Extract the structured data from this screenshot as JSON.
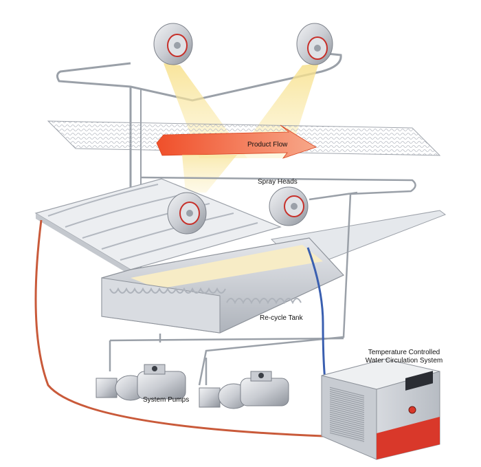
{
  "labels": {
    "product_flow": "Product Flow",
    "spray_heads": "Spray Heads",
    "recycle_tank": "Re-cycle Tank",
    "system_pumps": "System Pumps",
    "water_system_line1": "Temperature Controlled",
    "water_system_line2": "Water Circulation System"
  },
  "colors": {
    "product_arrow": "#f26a3d",
    "hot_hose": "#c95a3a",
    "cold_hose": "#3a5fb0",
    "unit_accent": "#d9382a",
    "spray_beam": "#f5dc7a"
  }
}
